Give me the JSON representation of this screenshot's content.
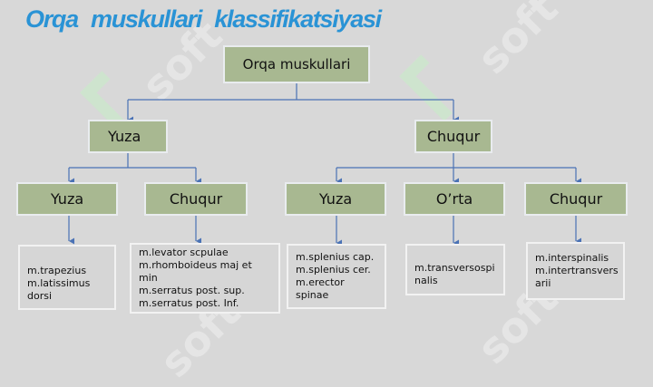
{
  "title": "Orqa muskullari klassifikatsiyasi",
  "root": "Orqa muskullari",
  "level1": {
    "left": "Yuza",
    "right": "Chuqur"
  },
  "level2": {
    "a": "Yuza",
    "b": "Chuqur",
    "c": "Yuza",
    "d": "O’rta",
    "e": "Chuqur"
  },
  "leaves": {
    "a": [
      "m.trapezius",
      "m.latissimus",
      "dorsi"
    ],
    "b": [
      "m.levator scpulae",
      "m.rhomboideus maj et",
      "min",
      "m.serratus post. sup.",
      "m.serratus post. Inf."
    ],
    "c": [
      "m.splenius cap.",
      "m.splenius cer.",
      "m.erector",
      "spinae"
    ],
    "d": [
      "m.transversospi",
      "nalis"
    ],
    "e": [
      "m.interspinalis",
      "m.intertransvers",
      "arii"
    ]
  },
  "watermark": "soft",
  "colors": {
    "title": "#2a93d5",
    "box": "#a8b891",
    "connector": "#4a72b5",
    "background": "#d8d8d8"
  }
}
